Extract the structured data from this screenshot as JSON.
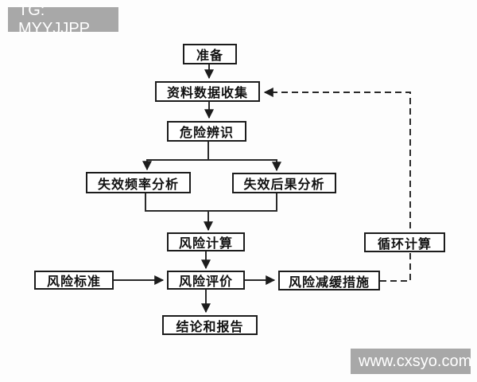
{
  "watermarks": {
    "top_left": "TG: MYYJJPP",
    "bottom_right": "www.cxsyo.com",
    "background_color": "#a8a8a8",
    "text_color": "#ffffff"
  },
  "diagram": {
    "type": "flowchart",
    "title": "",
    "nodes": {
      "prepare": {
        "label": "准备"
      },
      "data_collection": {
        "label": "资料数据收集"
      },
      "hazard_identification": {
        "label": "危险辨识"
      },
      "failure_frequency_analysis": {
        "label": "失效频率分析"
      },
      "failure_consequence_analysis": {
        "label": "失效后果分析"
      },
      "risk_calculation": {
        "label": "风险计算"
      },
      "risk_criteria": {
        "label": "风险标准"
      },
      "risk_evaluation": {
        "label": "风险评价"
      },
      "risk_mitigation_measures": {
        "label": "风险减缓措施"
      },
      "loop_calculation": {
        "label": "循环计算"
      },
      "conclusion_and_report": {
        "label": "结论和报告"
      }
    },
    "edges": [
      {
        "from": "prepare",
        "to": "data_collection",
        "style": "solid-arrow"
      },
      {
        "from": "data_collection",
        "to": "hazard_identification",
        "style": "solid-arrow"
      },
      {
        "from": "hazard_identification",
        "to": "failure_frequency_analysis",
        "style": "solid-arrow"
      },
      {
        "from": "hazard_identification",
        "to": "failure_consequence_analysis",
        "style": "solid-arrow"
      },
      {
        "from": "failure_frequency_analysis",
        "to": "risk_calculation",
        "style": "solid-arrow"
      },
      {
        "from": "failure_consequence_analysis",
        "to": "risk_calculation",
        "style": "solid-arrow"
      },
      {
        "from": "risk_calculation",
        "to": "risk_evaluation",
        "style": "solid-arrow"
      },
      {
        "from": "risk_criteria",
        "to": "risk_evaluation",
        "style": "solid-arrow"
      },
      {
        "from": "risk_evaluation",
        "to": "risk_mitigation_measures",
        "style": "solid-arrow"
      },
      {
        "from": "risk_evaluation",
        "to": "conclusion_and_report",
        "style": "solid-arrow"
      },
      {
        "from": "risk_mitigation_measures",
        "to": "data_collection",
        "style": "dashed-arrow",
        "via": "loop_calculation"
      }
    ]
  },
  "colors": {
    "line": "#2a2a2a",
    "box_border": "#1c1c1c",
    "box_fill": "#ffffff",
    "background": "#fdfdfd"
  }
}
